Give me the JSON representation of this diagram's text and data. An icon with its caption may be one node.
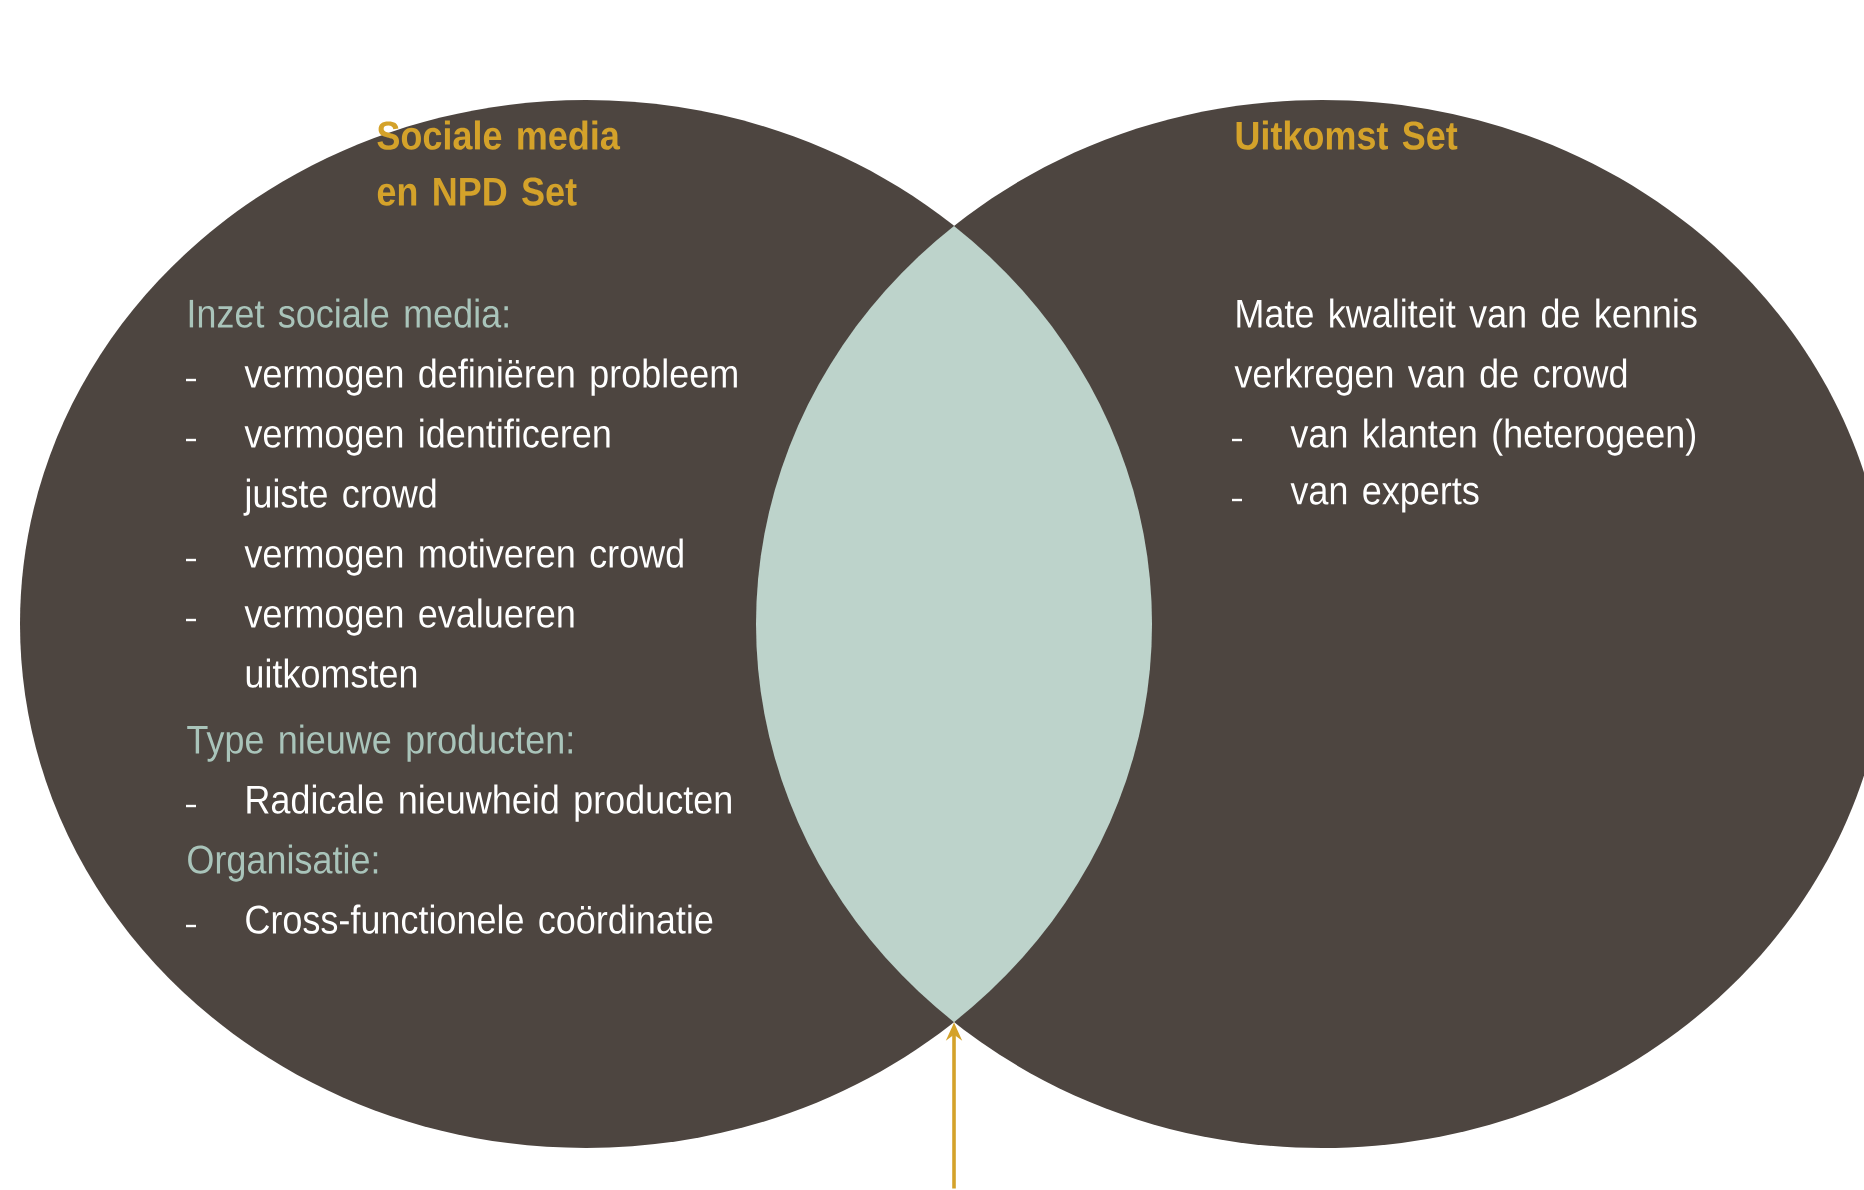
{
  "diagram": {
    "nodes": [
      {
        "text": [
          "Sociale media en NPD Set",
          "Inzet sociale media:",
          "vermogen definiëren probleem",
          "vermogen identificeren juiste crowd",
          "vermogen motiveren crowd",
          "vermogen evalueren uitkomsten",
          "Type nieuwe producten:",
          "Radicale nieuwheid producten",
          "Organisatie:",
          "Cross-functionele coördinatie"
        ]
      },
      {
        "text": [
          "Uitkomst Set",
          "Mate kwaliteit van de kennis verkregen van de crowd",
          "van klanten (heterogeen)",
          "van experts"
        ]
      },
      {
        "text": [],
        "shape": "lens"
      }
    ],
    "edges": [
      {
        "from": null,
        "to": 2,
        "arrow": "to",
        "color": "#d4a22a"
      }
    ]
  }
}
